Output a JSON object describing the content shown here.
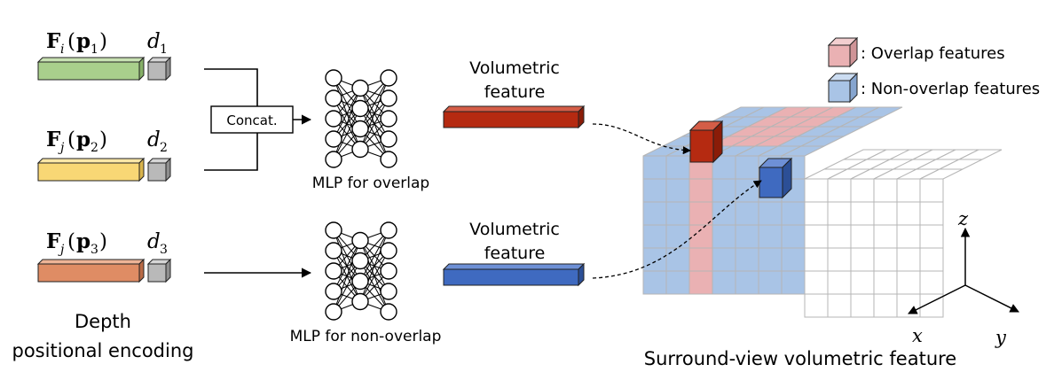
{
  "inputs": [
    {
      "feat_main": "F",
      "feat_sub": "i",
      "feat_arg": "p",
      "feat_arg_sub": "1",
      "depth_main": "d",
      "depth_sub": "1",
      "color": "#a9cf8c",
      "top_color": "#c8e2b3",
      "side_color": "#86b067"
    },
    {
      "feat_main": "F",
      "feat_sub": "j",
      "feat_arg": "p",
      "feat_arg_sub": "2",
      "depth_main": "d",
      "depth_sub": "2",
      "color": "#f8d775",
      "top_color": "#fbe7a6",
      "side_color": "#d9b44c"
    },
    {
      "feat_main": "F",
      "feat_sub": "j",
      "feat_arg": "p",
      "feat_arg_sub": "3",
      "depth_main": "d",
      "depth_sub": "3",
      "color": "#df8c64",
      "top_color": "#eeb497",
      "side_color": "#b96a45"
    }
  ],
  "concat_label": "Concat.",
  "left_caption": [
    "Depth",
    "positional encoding"
  ],
  "mlp_labels": [
    "MLP for overlap",
    "MLP for non-overlap"
  ],
  "vol_labels": [
    {
      "line1": "Volumetric",
      "line2": "feature",
      "color": "#b52a11",
      "top_color": "#d45d47",
      "side_color": "#8a1c08"
    },
    {
      "line1": "Volumetric",
      "line2": "feature",
      "color": "#3f6ac0",
      "top_color": "#6e90d6",
      "side_color": "#2c4f96"
    }
  ],
  "legend": [
    {
      "label": ": Overlap features",
      "color": "#eab1b3"
    },
    {
      "label": ": Non-overlap features",
      "color": "#a9c4e6"
    }
  ],
  "axes": {
    "z": "z",
    "x": "x",
    "y": "y"
  },
  "right_caption": "Surround-view volumetric feature",
  "colors": {
    "overlap": "#eab1b3",
    "non_overlap": "#a9c4e6",
    "red_cube": "#b52a11",
    "blue_cube": "#3f6ac0",
    "grid_line": "#b5b5b5",
    "gray_cube": "#b9b9b9"
  }
}
